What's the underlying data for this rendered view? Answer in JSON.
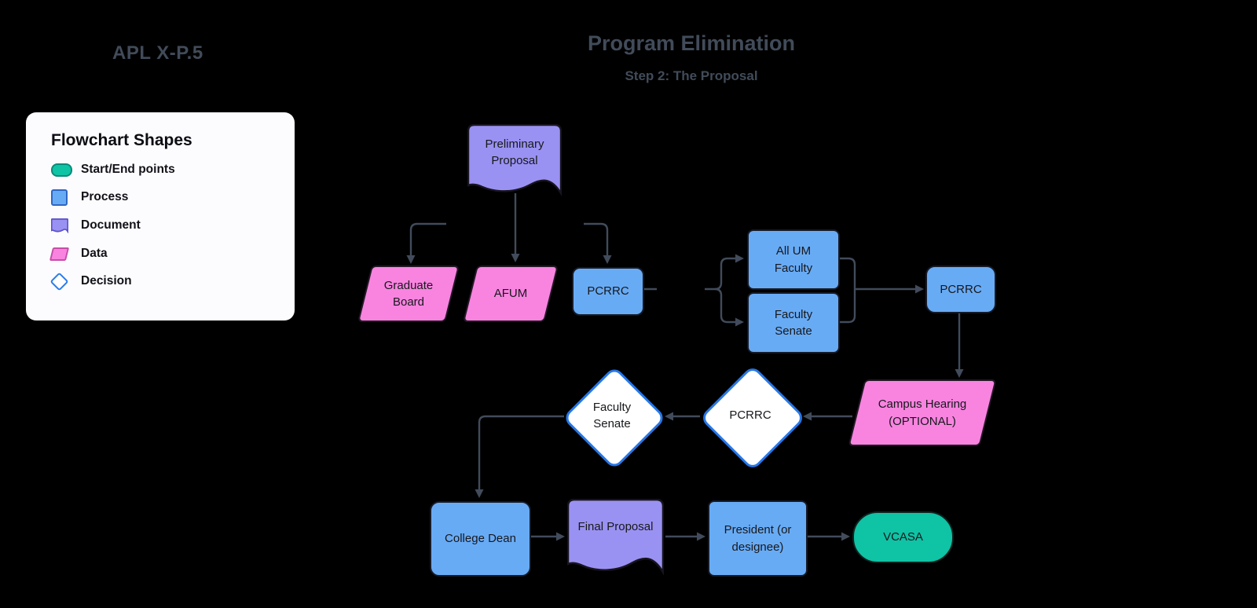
{
  "page": {
    "background": "#000000"
  },
  "header": {
    "doc_code": "APL X-P.5",
    "title": "Program Elimination",
    "subtitle": "Step 2: The Proposal"
  },
  "legend": {
    "title": "Flowchart Shapes",
    "items": [
      {
        "label": "Start/End points",
        "shape": "terminator",
        "color": "#0fc3a5"
      },
      {
        "label": "Process",
        "shape": "process",
        "color": "#68abf5"
      },
      {
        "label": "Document",
        "shape": "document",
        "color": "#9a92f2"
      },
      {
        "label": "Data",
        "shape": "data",
        "color": "#f884e0"
      },
      {
        "label": "Decision",
        "shape": "decision",
        "color": "#ffffff",
        "border_color": "#2b7ce9"
      }
    ]
  },
  "colors": {
    "background": "#000000",
    "title_text": "#414b59",
    "connector": "#414b5b",
    "process_fill": "#68abf5",
    "document_fill": "#9a92f2",
    "data_fill": "#f884e0",
    "terminator_fill": "#0fc3a5",
    "decision_border": "#2777e8",
    "node_text": "#17181c"
  },
  "nodes": [
    {
      "id": "preliminary-proposal",
      "type": "document",
      "label": "Preliminary\nProposal"
    },
    {
      "id": "graduate-board",
      "type": "data",
      "label": "Graduate\nBoard"
    },
    {
      "id": "afum",
      "type": "data",
      "label": "AFUM"
    },
    {
      "id": "pcrrc-review-1",
      "type": "process",
      "label": "PCRRC"
    },
    {
      "id": "all-um-faculty",
      "type": "process",
      "label": "All UM\nFaculty"
    },
    {
      "id": "faculty-senate-review",
      "type": "process",
      "label": "Faculty\nSenate"
    },
    {
      "id": "pcrrc-review-2",
      "type": "process",
      "label": "PCRRC"
    },
    {
      "id": "campus-hearing",
      "type": "data",
      "label": "Campus Hearing\n(OPTIONAL)"
    },
    {
      "id": "pcrrc-decision",
      "type": "decision",
      "label": "PCRRC"
    },
    {
      "id": "faculty-senate-decision",
      "type": "decision",
      "label": "Faculty\nSenate"
    },
    {
      "id": "college-dean",
      "type": "process",
      "label": "College Dean"
    },
    {
      "id": "final-proposal",
      "type": "document",
      "label": "Final Proposal"
    },
    {
      "id": "president",
      "type": "process",
      "label": "President (or\ndesignee)"
    },
    {
      "id": "vcasa",
      "type": "terminator",
      "label": "VCASA"
    }
  ],
  "edges": [
    {
      "from": "preliminary-proposal",
      "to": "graduate-board"
    },
    {
      "from": "preliminary-proposal",
      "to": "afum"
    },
    {
      "from": "preliminary-proposal",
      "to": "pcrrc-review-1"
    },
    {
      "from": "pcrrc-review-1",
      "to": "all-um-faculty"
    },
    {
      "from": "pcrrc-review-1",
      "to": "faculty-senate-review"
    },
    {
      "from": "all-um-faculty",
      "to": "pcrrc-review-2"
    },
    {
      "from": "faculty-senate-review",
      "to": "pcrrc-review-2"
    },
    {
      "from": "pcrrc-review-2",
      "to": "campus-hearing"
    },
    {
      "from": "campus-hearing",
      "to": "pcrrc-decision"
    },
    {
      "from": "pcrrc-decision",
      "to": "faculty-senate-decision"
    },
    {
      "from": "faculty-senate-decision",
      "to": "college-dean"
    },
    {
      "from": "college-dean",
      "to": "final-proposal"
    },
    {
      "from": "final-proposal",
      "to": "president"
    },
    {
      "from": "president",
      "to": "vcasa"
    }
  ]
}
